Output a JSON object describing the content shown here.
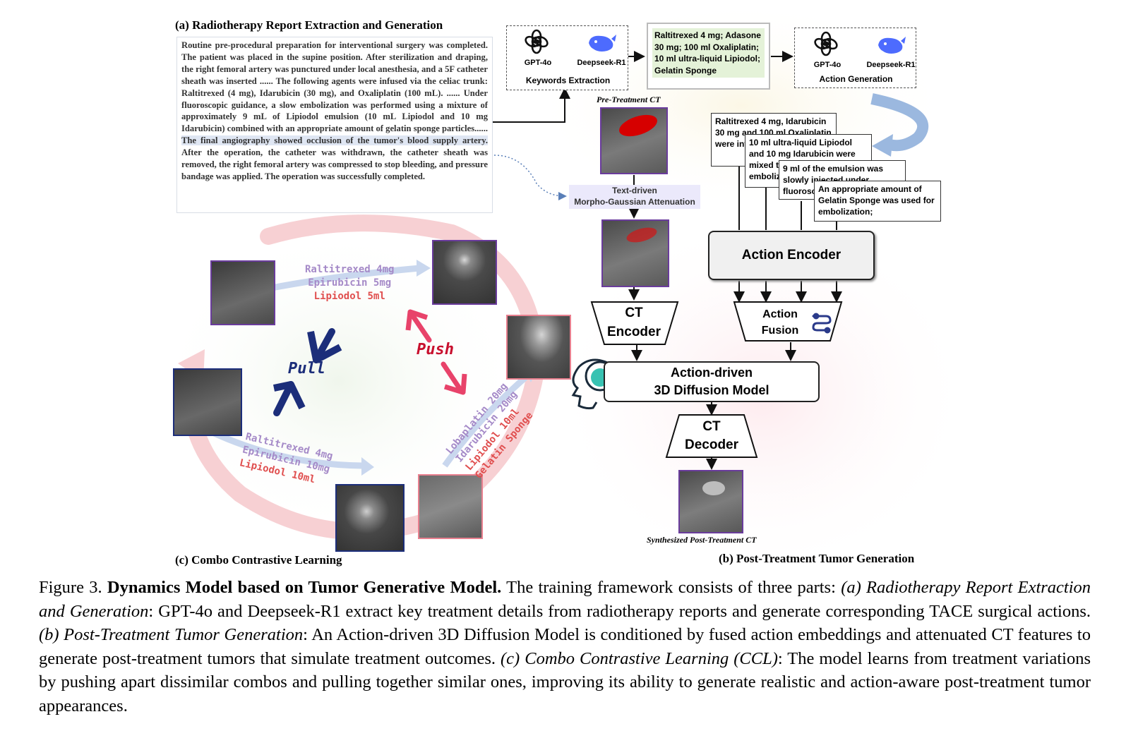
{
  "panel_a": {
    "title": "(a) Radiotherapy Report Extraction and Generation",
    "report_text": "Routine pre-procedural preparation for interventional surgery was completed. The patient was placed in the supine position. After sterilization and draping, the right femoral artery was punctured under local anesthesia, and a 5F catheter sheath was inserted ...... The following agents were infused via the celiac trunk: Raltitrexed (4 mg), Idarubicin (30 mg), and Oxaliplatin (100 mL). ...... Under fluoroscopic guidance, a slow embolization was performed using a mixture of approximately 9 mL of Lipiodol emulsion (10 mL Lipiodol and 10 mg Idarubicin) combined with an appropriate amount of gelatin sponge particles......",
    "report_highlight": "The final angiography showed occlusion of the tumor's blood supply artery.",
    "report_tail": "After the operation, the catheter was withdrawn, the catheter sheath was removed, the right femoral artery was compressed to stop bleeding, and pressure bandage was applied. The operation was successfully completed.",
    "gpt_label": "GPT-4o",
    "deepseek_label": "Deepseek-R1",
    "keywords_label": "Keywords Extraction",
    "action_gen_label": "Action Generation",
    "keywords_text": "Raltitrexed 4 mg; Adasone 30 mg; 100 ml Oxaliplatin; 10 ml ultra-liquid Lipiodol; Gelatin Sponge"
  },
  "panel_b": {
    "title": "(b) Post-Treatment Tumor Generation",
    "pre_ct_label": "Pre-Treatment CT",
    "attenuation_label_1": "Text-driven",
    "attenuation_label_2": "Morpho-Gaussian Attenuation",
    "ct_encoder_1": "CT",
    "ct_encoder_2": "Encoder",
    "action_fusion_1": "Action",
    "action_fusion_2": "Fusion",
    "action_encoder": "Action Encoder",
    "diffusion_1": "Action-driven",
    "diffusion_2": "3D Diffusion Model",
    "ct_decoder_1": "CT",
    "ct_decoder_2": "Decoder",
    "synth_label": "Synthesized Post-Treatment CT",
    "action_cards": [
      "Raltitrexed 4 mg, Idarubicin 30 mg and 100 ml Oxaliplatin were infused through",
      "10 ml ultra-liquid Lipiodol and 10 mg Idarubicin were mixed to form emulsion for embolization;",
      "9 ml of the emulsion was slowly injected under fluoroscopy;",
      "An appropriate amount of Gelatin Sponge was used for embolization;"
    ]
  },
  "panel_c": {
    "title": "(c) Combo Contrastive Learning",
    "pull": "Pull",
    "push": "Push",
    "combo_top": [
      "Raltitrexed 4mg",
      "Epirubicin 5mg",
      "Lipiodol 5ml"
    ],
    "combo_bottom": [
      "Raltitrexed 4mg",
      "Epirubicin 10mg",
      "Lipiodol 10ml"
    ],
    "combo_right": [
      "Lobaplatin 20mg",
      "Idarubicin 20mg",
      "Lipiodol 10ml",
      "Gelatin Sponge"
    ]
  },
  "caption": {
    "fig": "Figure 3.",
    "bold": "Dynamics Model based on Tumor Generative Model.",
    "t1": "The training framework consists of three parts:",
    "i1": "(a) Radiotherapy Report Extraction and Generation",
    "t2": ": GPT-4o and Deepseek-R1 extract key treatment details from radiotherapy reports and generate corresponding TACE surgical actions.",
    "i2": "(b) Post-Treatment Tumor Generation",
    "t3": ": An Action-driven 3D Diffusion Model is conditioned by fused action embeddings and attenuated CT features to generate post-treatment tumors that simulate treatment outcomes.",
    "i3": "(c) Combo Contrastive Learning (CCL)",
    "t4": ": The model learns from treatment variations by pushing apart dissimilar combos and pulling together similar ones, improving its ability to generate realistic and action-aware post-treatment tumor appearances."
  },
  "colors": {
    "purple_frame": "#6a3c9c",
    "navy_frame": "#1c2e7a",
    "pink_frame": "#e8808f",
    "push_red": "#c8102e",
    "pull_navy": "#1c2e7a",
    "drug_purple": "#a58ac8",
    "drug_red": "#e04f4f"
  }
}
